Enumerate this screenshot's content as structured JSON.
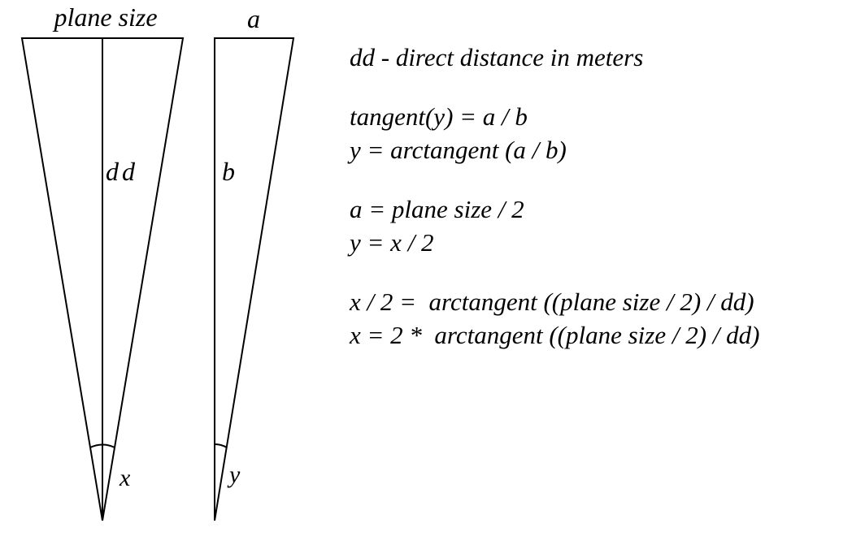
{
  "diagram": {
    "left_triangle": {
      "top_label": "plane size",
      "height_label": "dd",
      "angle_label": "x"
    },
    "right_triangle": {
      "top_label": "a",
      "side_label": "b",
      "angle_label": "y"
    },
    "colors": {
      "stroke": "#000000",
      "background": "#ffffff"
    }
  },
  "formulas": {
    "groups": [
      {
        "lines": [
          "dd - direct distance in meters"
        ]
      },
      {
        "lines": [
          "tangent(y) = a / b",
          "y = arctangent (a / b)"
        ]
      },
      {
        "lines": [
          "a = plane size / 2",
          "y = x / 2"
        ]
      },
      {
        "lines": [
          "x / 2 =  arctangent ((plane size / 2) / dd)",
          "x = 2 *  arctangent ((plane size / 2) / dd)"
        ]
      }
    ]
  }
}
